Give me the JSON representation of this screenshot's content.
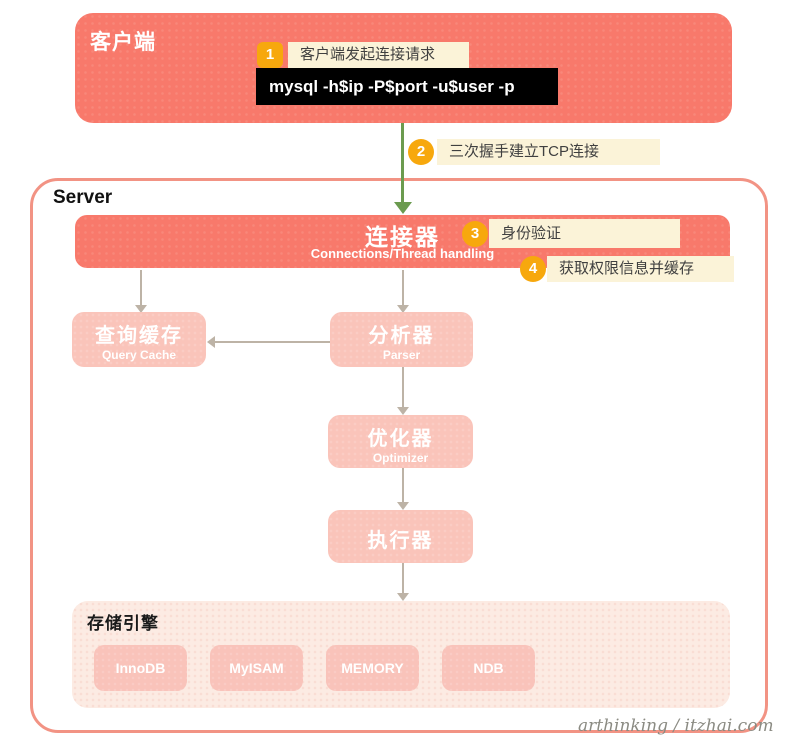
{
  "colors": {
    "salmon": "#F8796B",
    "salmon_border": "#F29384",
    "light_pink": "#FAC4BA",
    "storage_bg": "#FCEBE3",
    "badge_orange": "#F7A80D",
    "note_bg": "#FBF3D8",
    "note_text": "#404040",
    "green_arrow": "#6B9B4F",
    "gray_arrow": "#BDB3A6",
    "code_bg": "#000000",
    "code_text": "#FFFFFF",
    "watermark": "#8B8B83"
  },
  "client": {
    "title": "客户端",
    "command": "mysql -h$ip -P$port -u$user -p"
  },
  "steps": [
    {
      "num": "1",
      "label": "客户端发起连接请求"
    },
    {
      "num": "2",
      "label": "三次握手建立TCP连接"
    },
    {
      "num": "3",
      "label": "身份验证"
    },
    {
      "num": "4",
      "label": "获取权限信息并缓存"
    }
  ],
  "server": {
    "title": "Server",
    "connector": {
      "title": "连接器",
      "subtitle": "Connections/Thread handling"
    },
    "query_cache": {
      "title": "查询缓存",
      "subtitle": "Query Cache"
    },
    "parser": {
      "title": "分析器",
      "subtitle": "Parser"
    },
    "optimizer": {
      "title": "优化器",
      "subtitle": "Optimizer"
    },
    "executor": {
      "title": "执行器"
    },
    "storage": {
      "title": "存储引擎",
      "engines": [
        "InnoDB",
        "MyISAM",
        "MEMORY",
        "NDB"
      ]
    }
  },
  "watermark": "arthinking / itzhai.com"
}
